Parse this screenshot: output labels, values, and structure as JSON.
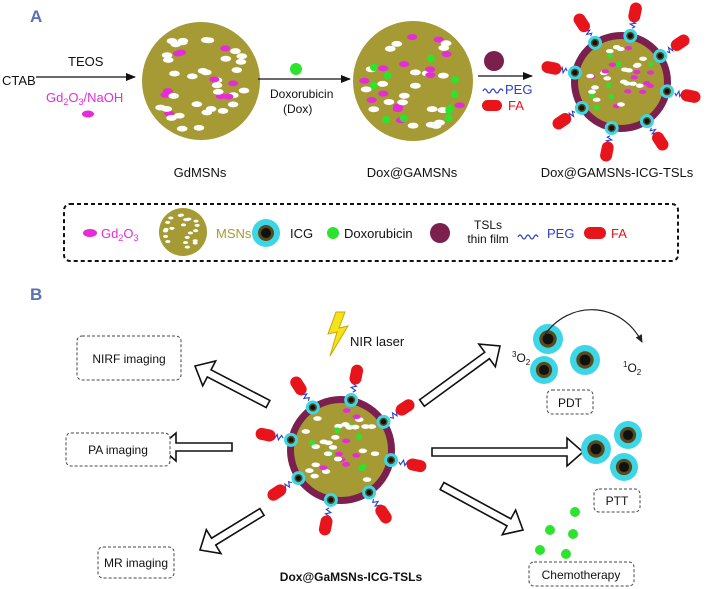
{
  "colors": {
    "panel_label": "#5b6fb5",
    "olive": "#a59a34",
    "maroon": "#7b1f4f",
    "magenta": "#e62bd8",
    "green": "#2ee32e",
    "cyan": "#3dd6e6",
    "red": "#e8141c",
    "peg_blue": "#2a3fd0",
    "text": "#111111"
  },
  "icons": [
    "gd2o3-ellipse",
    "msn-sphere",
    "icg-ring",
    "doxorubicin-dot",
    "tsl-film-dot",
    "peg-squiggle",
    "fa-capsule",
    "lightning-bolt",
    "outline-arrow"
  ],
  "panel_a": {
    "label": "A",
    "ctab": "CTAB",
    "teos": "TEOS",
    "gd2o3_naoh": {
      "base1": "Gd",
      "sub1": "2",
      "base2": "O",
      "sub2": "3",
      "rest": "/NaOH"
    },
    "doxorubicin_line1": "Doxorubicin",
    "doxorubicin_line2": "(Dox)",
    "peg": "PEG",
    "fa": "FA",
    "caption_1": "GdMSNs",
    "caption_2": "Dox@GAMSNs",
    "caption_3": "Dox@GAMSNs-ICG-TSLs"
  },
  "legend": {
    "gd2o3": {
      "base1": "Gd",
      "sub1": "2",
      "base2": "O",
      "sub2": "3"
    },
    "msns": "MSNs",
    "icg": "ICG",
    "doxorubicin": "Doxorubicin",
    "tsls_line1": "TSLs",
    "tsls_line2": "thin film",
    "peg": "PEG",
    "fa": "FA"
  },
  "panel_b": {
    "label": "B",
    "nir_laser": "NIR laser",
    "nirf_imaging": "NIRF imaging",
    "pa_imaging": "PA imaging",
    "mr_imaging": "MR imaging",
    "pdt": "PDT",
    "ptt": "PTT",
    "chemotherapy": "Chemotherapy",
    "triplet_o2": {
      "sup": "3",
      "base": "O",
      "sub": "2"
    },
    "singlet_o2": {
      "sup": "1",
      "base": "O",
      "sub": "2"
    },
    "caption": "Dox@GaMSNs-ICG-TSLs"
  }
}
